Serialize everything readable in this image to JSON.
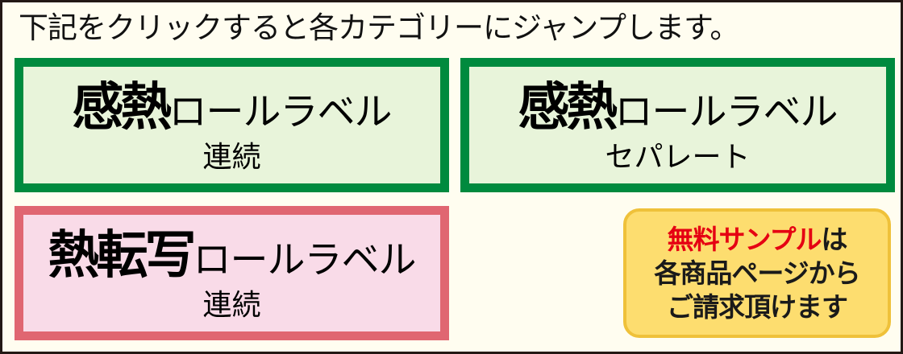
{
  "heading": "下記をクリックすると各カテゴリーにジャンプします。",
  "categories": [
    {
      "id": "thermal-continuous",
      "title_kanji": "感熱",
      "title_kana": "ロールラベル",
      "subtitle": "連続",
      "border_color": "#008a3e",
      "fill_color": "#e8f4da"
    },
    {
      "id": "thermal-separate",
      "title_kanji": "感熱",
      "title_kana": "ロールラベル",
      "subtitle": "セパレート",
      "border_color": "#008a3e",
      "fill_color": "#e8f4da"
    },
    {
      "id": "thermal-transfer-continuous",
      "title_kanji": "熱転写",
      "title_kana": "ロールラベル",
      "subtitle": "連続",
      "border_color": "#e06671",
      "fill_color": "#f9dbe8"
    }
  ],
  "sample_notice": {
    "highlight": "無料サンプル",
    "line1_suffix": "は",
    "line2": "各商品ページから",
    "line3": "ご請求頂けます",
    "highlight_color": "#e50012",
    "fill_color": "#fddd6f",
    "border_color": "#efc13a"
  },
  "colors": {
    "background": "#fffdf0",
    "frame_border": "#231815"
  }
}
